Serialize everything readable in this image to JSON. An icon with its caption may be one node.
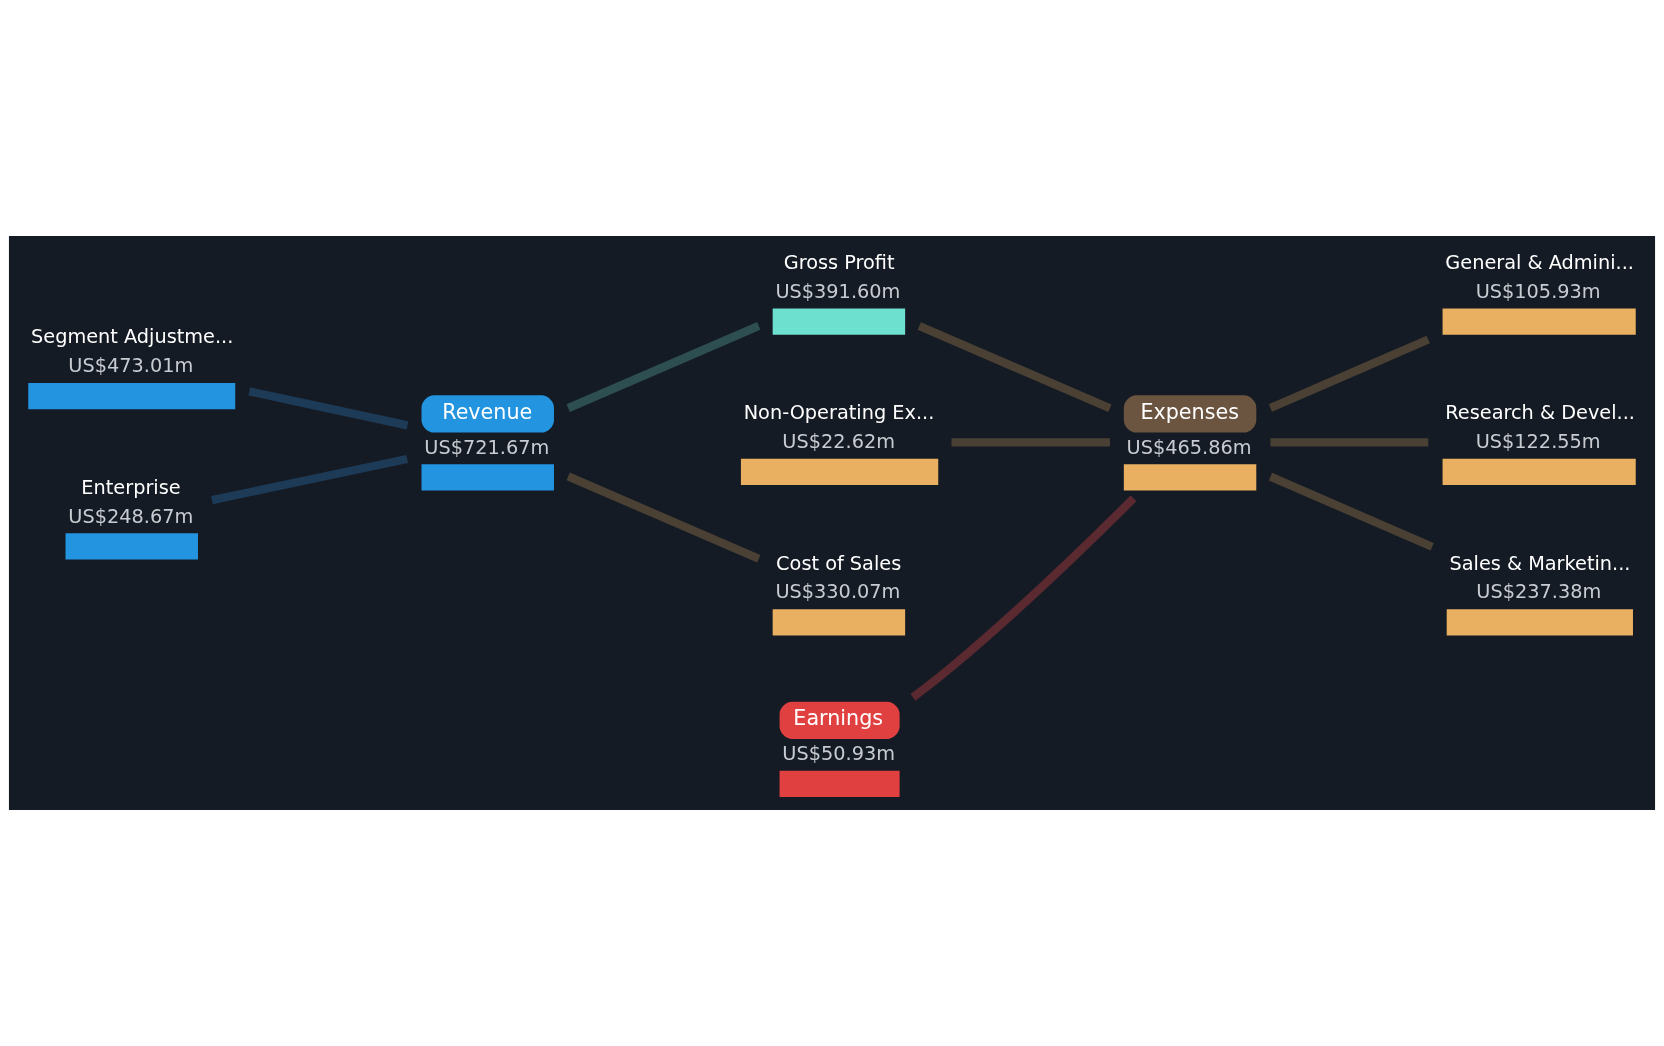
{
  "diagram": {
    "nodes": [
      {
        "text": [
          "Segment Adjustme...",
          "US$473.01m"
        ]
      },
      {
        "text": [
          "Enterprise",
          "US$248.67m"
        ]
      },
      {
        "text": [
          "Revenue",
          "US$721.67m"
        ]
      },
      {
        "text": [
          "Gross Profit",
          "US$391.60m"
        ]
      },
      {
        "text": [
          "Non-Operating Ex...",
          "US$22.62m"
        ]
      },
      {
        "text": [
          "Cost of Sales",
          "US$330.07m"
        ]
      },
      {
        "text": [
          "Earnings",
          "US$50.93m"
        ]
      },
      {
        "text": [
          "Expenses",
          "US$465.86m"
        ]
      },
      {
        "text": [
          "General & Admini...",
          "US$105.93m"
        ]
      },
      {
        "text": [
          "Research & Devel...",
          "US$122.55m"
        ]
      },
      {
        "text": [
          "Sales & Marketin...",
          "US$237.38m"
        ]
      }
    ],
    "edges": [
      {
        "from": 0,
        "to": 2,
        "arrow": "none",
        "color": "#1d3a57"
      },
      {
        "from": 1,
        "to": 2,
        "arrow": "none",
        "color": "#1d3a57"
      },
      {
        "from": 2,
        "to": 3,
        "arrow": "none",
        "color": "#2e4f52"
      },
      {
        "from": 2,
        "to": 5,
        "arrow": "none"
      },
      {
        "from": 3,
        "to": 7,
        "arrow": "none"
      },
      {
        "from": 4,
        "to": 7,
        "arrow": "none"
      },
      {
        "from": 6,
        "to": 7,
        "arrow": "none",
        "color": "#5a2a30"
      },
      {
        "from": 7,
        "to": 8,
        "arrow": "none"
      },
      {
        "from": 7,
        "to": 9,
        "arrow": "none"
      },
      {
        "from": 7,
        "to": 10,
        "arrow": "none"
      }
    ]
  }
}
